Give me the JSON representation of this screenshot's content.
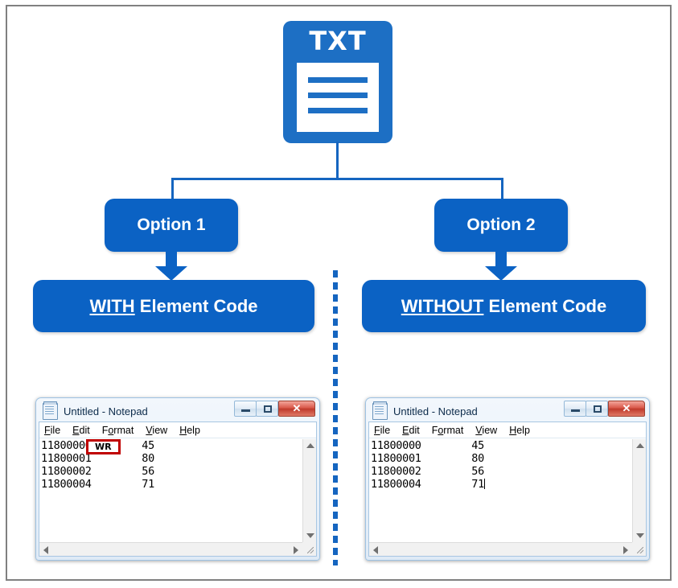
{
  "diagram": {
    "root": {
      "icon_name": "txt-file-icon",
      "label": "TXT"
    },
    "branches": [
      {
        "option_label": "Option 1",
        "result_label_emphasis": "WITH",
        "result_label_rest": " Element Code"
      },
      {
        "option_label": "Option 2",
        "result_label_emphasis": "WITHOUT",
        "result_label_rest": " Element Code"
      }
    ],
    "colors": {
      "box_blue": "#0b62c4",
      "line_blue": "#1565c0",
      "icon_blue": "#1d6fc4",
      "marker_red": "#c00000",
      "frame_gray": "#808080"
    }
  },
  "notepad_left": {
    "title": "Untitled - Notepad",
    "icon_name": "notepad-icon",
    "window_buttons": {
      "minimize": "minimize-button",
      "maximize": "maximize-button",
      "close": "✕"
    },
    "menu": [
      {
        "pre": "",
        "accel": "F",
        "post": "ile"
      },
      {
        "pre": "",
        "accel": "E",
        "post": "dit"
      },
      {
        "pre": "F",
        "accel": "o",
        "post": "rmat"
      },
      {
        "pre": "",
        "accel": "V",
        "post": "iew"
      },
      {
        "pre": "",
        "accel": "H",
        "post": "elp"
      }
    ],
    "element_code_marker": "WR",
    "lines": [
      "11800000        45",
      "11800001        80",
      "11800002        56",
      "11800004        71"
    ],
    "has_caret": false
  },
  "notepad_right": {
    "title": "Untitled - Notepad",
    "icon_name": "notepad-icon",
    "window_buttons": {
      "minimize": "minimize-button",
      "maximize": "maximize-button",
      "close": "✕"
    },
    "menu": [
      {
        "pre": "",
        "accel": "F",
        "post": "ile"
      },
      {
        "pre": "",
        "accel": "E",
        "post": "dit"
      },
      {
        "pre": "F",
        "accel": "o",
        "post": "rmat"
      },
      {
        "pre": "",
        "accel": "V",
        "post": "iew"
      },
      {
        "pre": "",
        "accel": "H",
        "post": "elp"
      }
    ],
    "element_code_marker": null,
    "lines": [
      "11800000        45",
      "11800001        80",
      "11800002        56",
      "11800004        71"
    ],
    "has_caret": true
  }
}
